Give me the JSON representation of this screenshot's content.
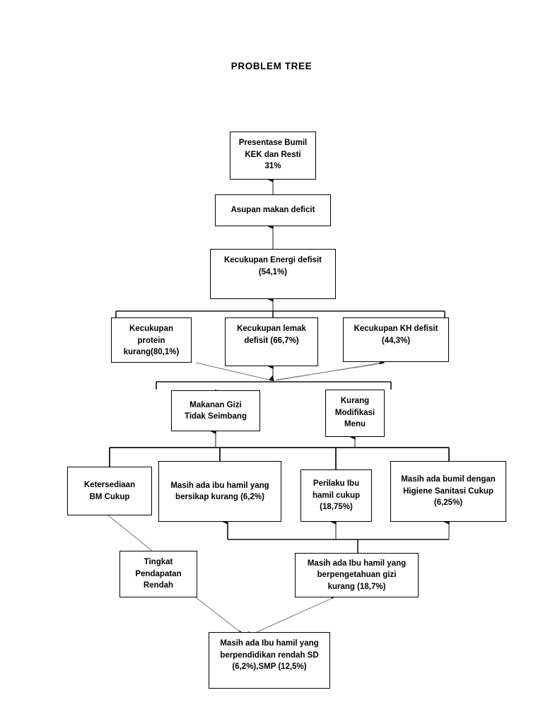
{
  "title": "PROBLEM TREE",
  "nodes": {
    "bumil_kek": {
      "label": "Presentase Bumil\nKEK dan Resti\n31%",
      "value": "31%"
    },
    "asupan_makan": {
      "label": "Asupan makan deficit"
    },
    "energi": {
      "label": "Kecukupan Energi defisit\n(54,1%)",
      "value": "54,1%"
    },
    "protein": {
      "label": "Kecukupan\nprotein\nkurang(80,1%)",
      "value": "80,1%"
    },
    "lemak": {
      "label": "Kecukupan lemak\ndefisit (66,7%)",
      "value": "66,7%"
    },
    "kh": {
      "label": "Kecukupan KH defisit\n(44,3%)",
      "value": "44,3%"
    },
    "gizi_seimbang": {
      "label": "Makanan Gizi\nTidak Seimbang"
    },
    "modifikasi_menu": {
      "label": "Kurang\nModifikasi\nMenu"
    },
    "ketersediaan_bm": {
      "label": "Ketersediaan\nBM Cukup"
    },
    "bersikap_kurang": {
      "label": "Masih ada ibu hamil yang\nbersikap kurang (6,2%)",
      "value": "6,2%"
    },
    "perilaku": {
      "label": "Perilaku Ibu\nhamil cukup\n(18,75%)",
      "value": "18,75%"
    },
    "higiene": {
      "label": "Masih ada bumil dengan\nHigiene Sanitasi Cukup\n(6,25%)",
      "value": "6,25%"
    },
    "pendapatan": {
      "label": "Tingkat\nPendapatan\nRendah"
    },
    "pengetahuan": {
      "label": "Masih ada Ibu hamil yang\nberpengetahuan gizi\nkurang (18,7%)",
      "value": "18,7%"
    },
    "pendidikan": {
      "label": "Masih ada Ibu hamil yang\nberpendidikan rendah SD\n(6,2%),SMP (12,5%)",
      "value_sd": "6,2%",
      "value_smp": "12,5%"
    }
  },
  "colors": {
    "border": "#000000",
    "background": "#ffffff",
    "connector": "#000000",
    "connector_light": "#8c8c8c"
  }
}
